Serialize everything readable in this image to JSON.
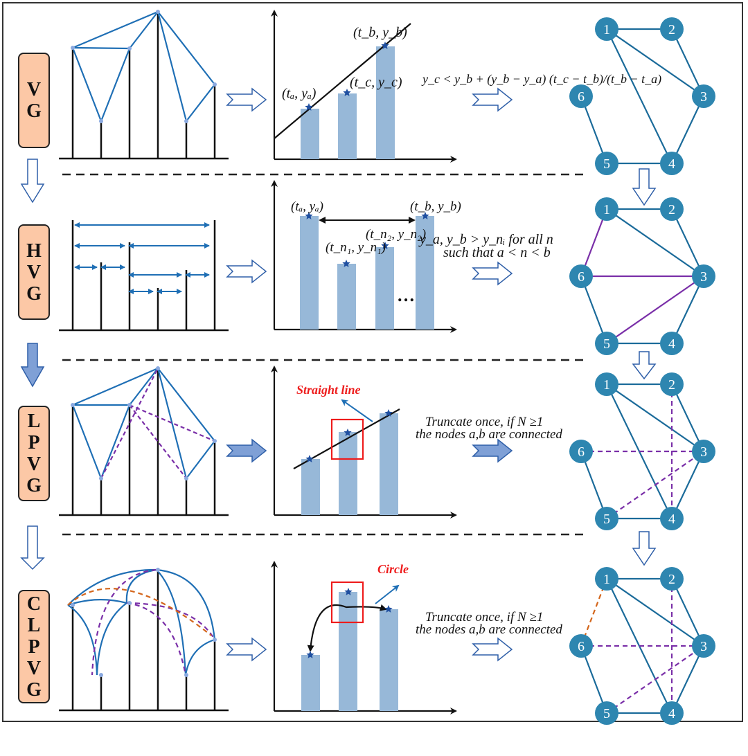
{
  "rows": [
    {
      "id": "vg",
      "letters": [
        "V",
        "G"
      ]
    },
    {
      "id": "hvg",
      "letters": [
        "H",
        "V",
        "G"
      ]
    },
    {
      "id": "lpvg",
      "letters": [
        "L",
        "P",
        "V",
        "G"
      ]
    },
    {
      "id": "clpvg",
      "letters": [
        "C",
        "L",
        "P",
        "V",
        "G"
      ]
    }
  ],
  "labels": {
    "vg_ta": "(t",
    "vg_points": {
      "a": "(tₐ, yₐ)",
      "b": "(t_b, y_b)",
      "c": "(t_c, y_c)"
    },
    "hvg_points": {
      "a": "(tₐ, yₐ)",
      "b": "(t_b, y_b)",
      "n1": "(t_n₁, y_n₁)",
      "n2": "(t_n₂, y_n₂)"
    },
    "ellipsis": "…",
    "straight_line": "Straight line",
    "circle": "Circle"
  },
  "conditions": {
    "vg": "y_c < y_b + (y_b − y_a) (t_c − t_b)/(t_b − t_a)",
    "vg_left": "y",
    "hvg_line1": "y_a, y_b > y_nᵢ  for all n",
    "hvg_line2": "such that  a < n < b",
    "lpvg_line1": "Truncate once, if  N  ≥1",
    "lpvg_line2": "the nodes a,b are connected",
    "clpvg_line1": "Truncate once, if  N  ≥1",
    "clpvg_line2": "the nodes a,b are connected"
  },
  "graph": {
    "node_labels": [
      "1",
      "2",
      "3",
      "4",
      "5",
      "6"
    ],
    "node_color": "#2e86b0",
    "graphs": [
      {
        "row": "vg",
        "solid": [
          [
            1,
            2
          ],
          [
            1,
            3
          ],
          [
            1,
            4
          ],
          [
            2,
            3
          ],
          [
            3,
            4
          ],
          [
            4,
            5
          ],
          [
            5,
            6
          ]
        ],
        "purple_solid": [],
        "purple_dashed": [],
        "orange_dashed": []
      },
      {
        "row": "hvg",
        "solid": [
          [
            1,
            2
          ],
          [
            1,
            3
          ],
          [
            2,
            3
          ],
          [
            3,
            4
          ],
          [
            4,
            5
          ],
          [
            5,
            6
          ]
        ],
        "purple_solid": [
          [
            1,
            6
          ],
          [
            6,
            3
          ],
          [
            5,
            3
          ]
        ],
        "purple_dashed": [],
        "orange_dashed": []
      },
      {
        "row": "lpvg",
        "solid": [
          [
            1,
            2
          ],
          [
            1,
            3
          ],
          [
            1,
            4
          ],
          [
            2,
            3
          ],
          [
            3,
            4
          ],
          [
            4,
            5
          ],
          [
            5,
            6
          ]
        ],
        "purple_solid": [],
        "purple_dashed": [
          [
            6,
            3
          ],
          [
            5,
            3
          ],
          [
            2,
            4
          ]
        ],
        "orange_dashed": []
      },
      {
        "row": "clpvg",
        "solid": [
          [
            1,
            2
          ],
          [
            1,
            3
          ],
          [
            1,
            4
          ],
          [
            2,
            3
          ],
          [
            3,
            4
          ],
          [
            4,
            5
          ],
          [
            5,
            6
          ]
        ],
        "purple_solid": [],
        "purple_dashed": [
          [
            6,
            3
          ],
          [
            5,
            3
          ],
          [
            2,
            4
          ]
        ],
        "orange_dashed": [
          [
            1,
            6
          ]
        ]
      }
    ]
  },
  "colors": {
    "label_box": "#fcc8a6",
    "edge_blue": "#1f6fb5",
    "bar_blue": "#97b8d8",
    "purple": "#7a2fa8",
    "orange": "#d4661c",
    "red": "#ee1c1c",
    "star": "#1f4fa0"
  }
}
